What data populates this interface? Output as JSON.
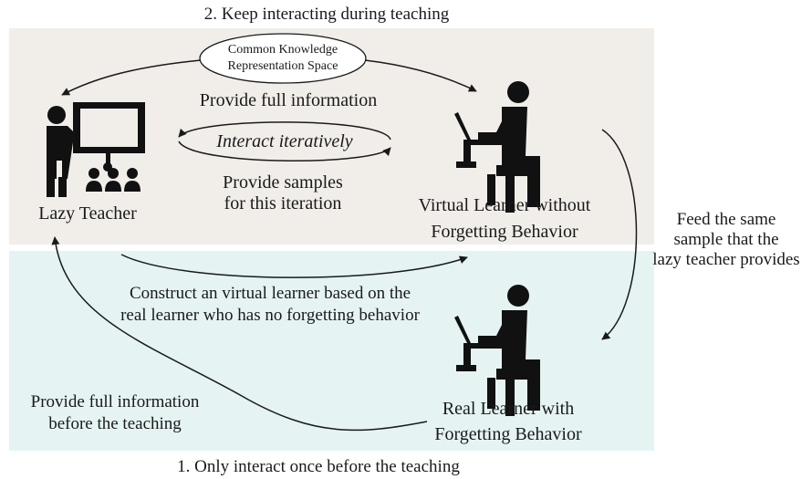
{
  "diagram": {
    "top_caption": "2. Keep interacting during teaching",
    "bottom_caption": "1. Only interact once before the teaching",
    "colors": {
      "top_panel": "#f1eeea",
      "bottom_panel": "#e5f3f3",
      "ink": "#1a1a1a",
      "icon": "#111111"
    },
    "knowledge_space": {
      "line1": "Common Knowledge",
      "line2": "Representation Space"
    },
    "teacher": {
      "label": "Lazy Teacher",
      "icon": "teacher-presenting-icon"
    },
    "virtual_learner": {
      "line1": "Virtual Learner without",
      "line2": "Forgetting Behavior",
      "icon": "learner-at-desk-icon"
    },
    "real_learner": {
      "line1": "Real Learner with",
      "line2": "Forgetting Behavior",
      "icon": "learner-at-desk-icon"
    },
    "loop": {
      "top": "Provide full information",
      "middle": "Interact iteratively",
      "bottom1": "Provide samples",
      "bottom2": "for this iteration"
    },
    "feed": {
      "line1": "Feed the same",
      "line2": "sample that the",
      "line3": "lazy teacher provides"
    },
    "construct": {
      "line1": "Construct an virtual learner based on the",
      "line2": "real learner who has no forgetting behavior"
    },
    "provide_before": {
      "line1": "Provide full information",
      "line2": "before the teaching"
    }
  }
}
